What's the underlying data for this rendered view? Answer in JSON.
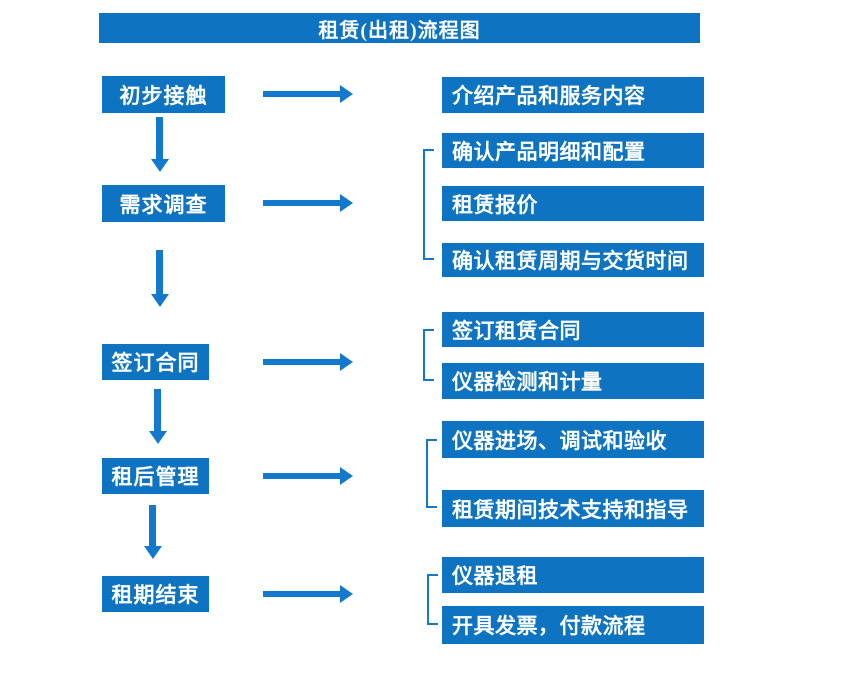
{
  "title": "租赁(出租)流程图",
  "colors": {
    "primary_blue": "#0e74c2",
    "arrow_blue": "#1379cd",
    "text": "#ffffff",
    "background": "#ffffff"
  },
  "flow": [
    {
      "step": "初步接触",
      "outputs": [
        "介绍产品和服务内容"
      ]
    },
    {
      "step": "需求调查",
      "outputs": [
        "确认产品明细和配置",
        "租赁报价",
        "确认租赁周期与交货时间"
      ]
    },
    {
      "step": "签订合同",
      "outputs": [
        "签订租赁合同",
        "仪器检测和计量"
      ]
    },
    {
      "step": "租后管理",
      "outputs": [
        "仪器进场、调试和验收",
        "租赁期间技术支持和指导"
      ]
    },
    {
      "step": "租期结束",
      "outputs": [
        "仪器退租",
        "开具发票，付款流程"
      ]
    }
  ]
}
